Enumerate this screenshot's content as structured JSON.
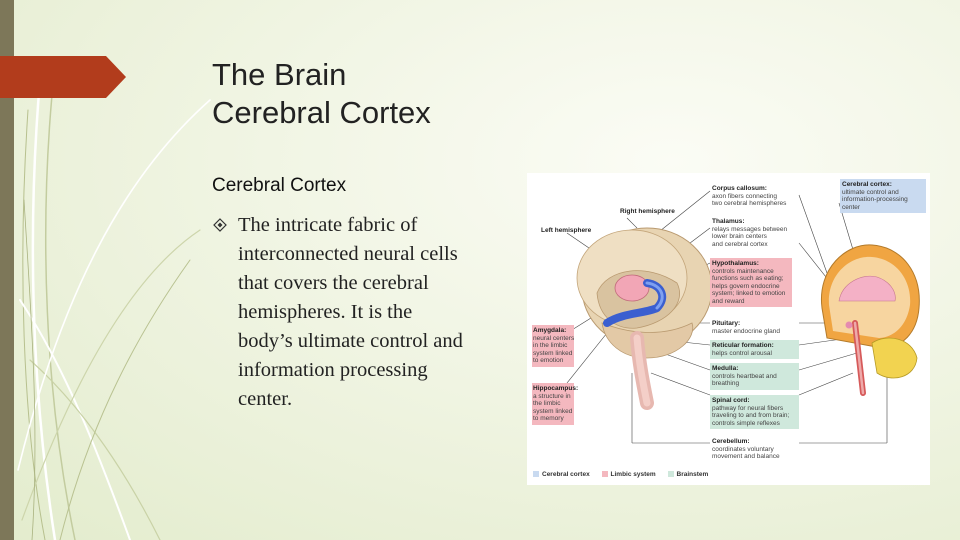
{
  "slide": {
    "title_line1": "The Brain",
    "title_line2": "Cerebral Cortex",
    "subheading": "Cerebral Cortex",
    "bullet_lines": [
      "The intricate fabric of",
      "interconnected neural cells",
      "that covers the cerebral",
      "hemispheres. It is the",
      "body’s ultimate control and",
      "information processing",
      "center."
    ]
  },
  "colors": {
    "accent_tab": "#b23c1c",
    "left_band": "#7d7759",
    "cortex_blue": "#c9daf0",
    "limbic_pink": "#f4b8bf",
    "brainstem_green": "#cfe8dc"
  },
  "figure": {
    "right_hemisphere": "Right hemisphere",
    "left_hemisphere": "Left hemisphere",
    "corpus_callosum": {
      "name": "Corpus callosum:",
      "lines": [
        "axon fibers connecting",
        "two cerebral hemispheres"
      ]
    },
    "thalamus": {
      "name": "Thalamus:",
      "lines": [
        "relays messages between",
        "lower brain centers",
        "and cerebral cortex"
      ]
    },
    "hypothalamus": {
      "name": "Hypothalamus:",
      "lines": [
        "controls maintenance",
        "functions such as eating;",
        "helps govern endocrine",
        "system; linked to emotion",
        "and reward"
      ]
    },
    "pituitary": {
      "name": "Pituitary:",
      "lines": [
        "master endocrine gland"
      ]
    },
    "reticular": {
      "name": "Reticular formation:",
      "lines": [
        "helps control arousal"
      ]
    },
    "medulla": {
      "name": "Medulla:",
      "lines": [
        "controls heartbeat and",
        "breathing"
      ]
    },
    "spinal_cord": {
      "name": "Spinal cord:",
      "lines": [
        "pathway for neural fibers",
        "traveling to and from brain;",
        "controls simple reflexes"
      ]
    },
    "cerebellum": {
      "name": "Cerebellum:",
      "lines": [
        "coordinates voluntary",
        "movement and balance"
      ]
    },
    "cerebral_cortex": {
      "name": "Cerebral cortex:",
      "lines": [
        "ultimate control and",
        "information-processing",
        "center"
      ]
    },
    "amygdala": {
      "name": "Amygdala:",
      "lines": [
        "neural centers",
        "in the limbic",
        "system linked",
        "to emotion"
      ]
    },
    "hippocampus": {
      "name": "Hippocampus:",
      "lines": [
        "a structure in",
        "the limbic",
        "system linked",
        "to memory"
      ]
    },
    "legend": [
      "Cerebral cortex",
      "Limbic system",
      "Brainstem"
    ]
  }
}
